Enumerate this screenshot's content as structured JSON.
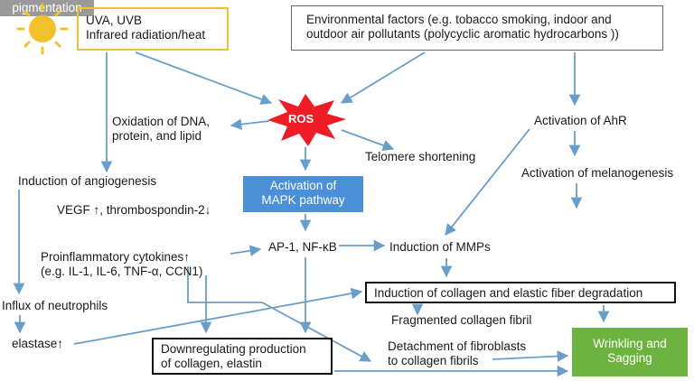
{
  "colors": {
    "arrow": "#6a9ec9",
    "sun": "#f2c12e",
    "ros_burst": "#ee1c25",
    "mapk_box": "#4a8fd8",
    "pigmentation_box": "#9a9a9a",
    "wrinkling_box": "#6db33f"
  },
  "nodes": {
    "uv_line1": "UVA, UVB",
    "uv_line2": "Infrared radiation/heat",
    "env_line1": "Environmental factors (e.g. tobacco smoking, indoor and",
    "env_line2": "outdoor air pollutants (polycyclic aromatic hydrocarbons ))",
    "ros": "ROS",
    "oxidation_line1": "Oxidation of DNA,",
    "oxidation_line2": "protein, and lipid",
    "telomere": "Telomere shortening",
    "ahr": "Activation of AhR",
    "melanogenesis": "Activation of melanogenesis",
    "pigmentation": "pigmentation",
    "angiogenesis": "Induction of angiogenesis",
    "vegf": "VEGF ↑, thrombospondin-2↓",
    "mapk_line1": "Activation of",
    "mapk_line2": "MAPK pathway",
    "cytokines_line1": "Proinflammatory cytokines↑",
    "cytokines_line2": "(e.g. IL-1, IL-6, TNF-α, CCN1)",
    "ap1": "AP-1, NF-κB",
    "mmps": "Induction of MMPs",
    "collagen_degradation": "Induction of collagen and elastic fiber degradation",
    "neutrophils": "Influx of neutrophils",
    "elastase": "elastase↑",
    "fragmented": "Fragmented collagen fibril",
    "detachment_line1": "Detachment of fibroblasts",
    "detachment_line2": "to collagen fibrils",
    "downregulating_line1": "Downregulating production",
    "downregulating_line2": "of collagen, elastin",
    "wrinkling_line1": "Wrinkling and",
    "wrinkling_line2": "Sagging"
  }
}
